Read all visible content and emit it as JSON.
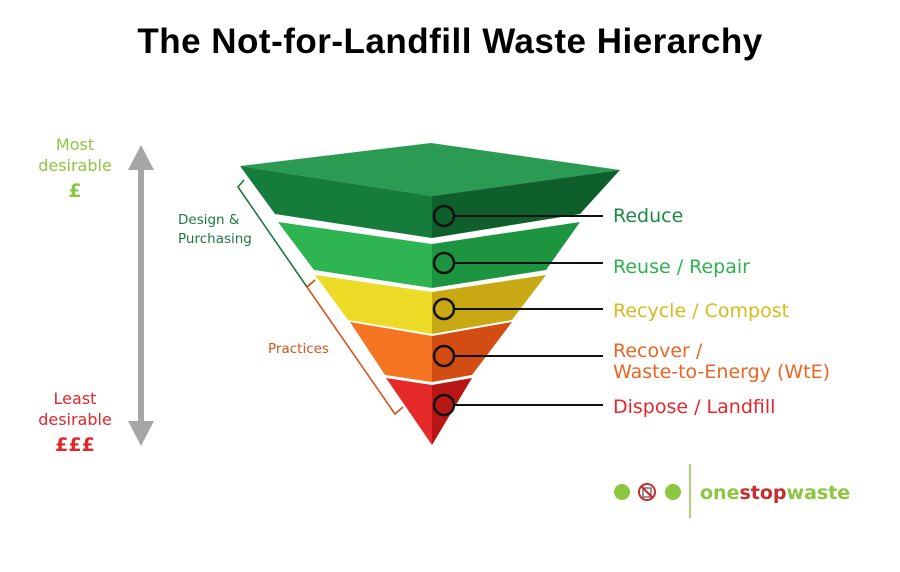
{
  "title": "The Not-for-Landfill Waste Hierarchy",
  "scale": {
    "top_label": "Most desirable",
    "top_cost": "£",
    "bottom_label": "Least desirable",
    "bottom_cost": "£££",
    "arrow_color": "#a6a6a6"
  },
  "groups": {
    "design": "Design & Purchasing",
    "practices": "Practices"
  },
  "tiers": [
    {
      "label": "Reduce",
      "color": "#1a8a47"
    },
    {
      "label": "Reuse / Repair",
      "color": "#2db34f"
    },
    {
      "label": "Recycle / Compost",
      "color": "#d6bc1a"
    },
    {
      "label_line1": "Recover /",
      "label_line2": "Waste-to-Energy (WtE)",
      "color": "#ef6420"
    },
    {
      "label": "Dispose / Landfill",
      "color": "#e5262b"
    }
  ],
  "brand": {
    "part1": "one",
    "part2": "stop",
    "part3": "waste",
    "icon_names": [
      "green-dot-icon",
      "no-bin-icon",
      "green-dot-icon"
    ]
  }
}
